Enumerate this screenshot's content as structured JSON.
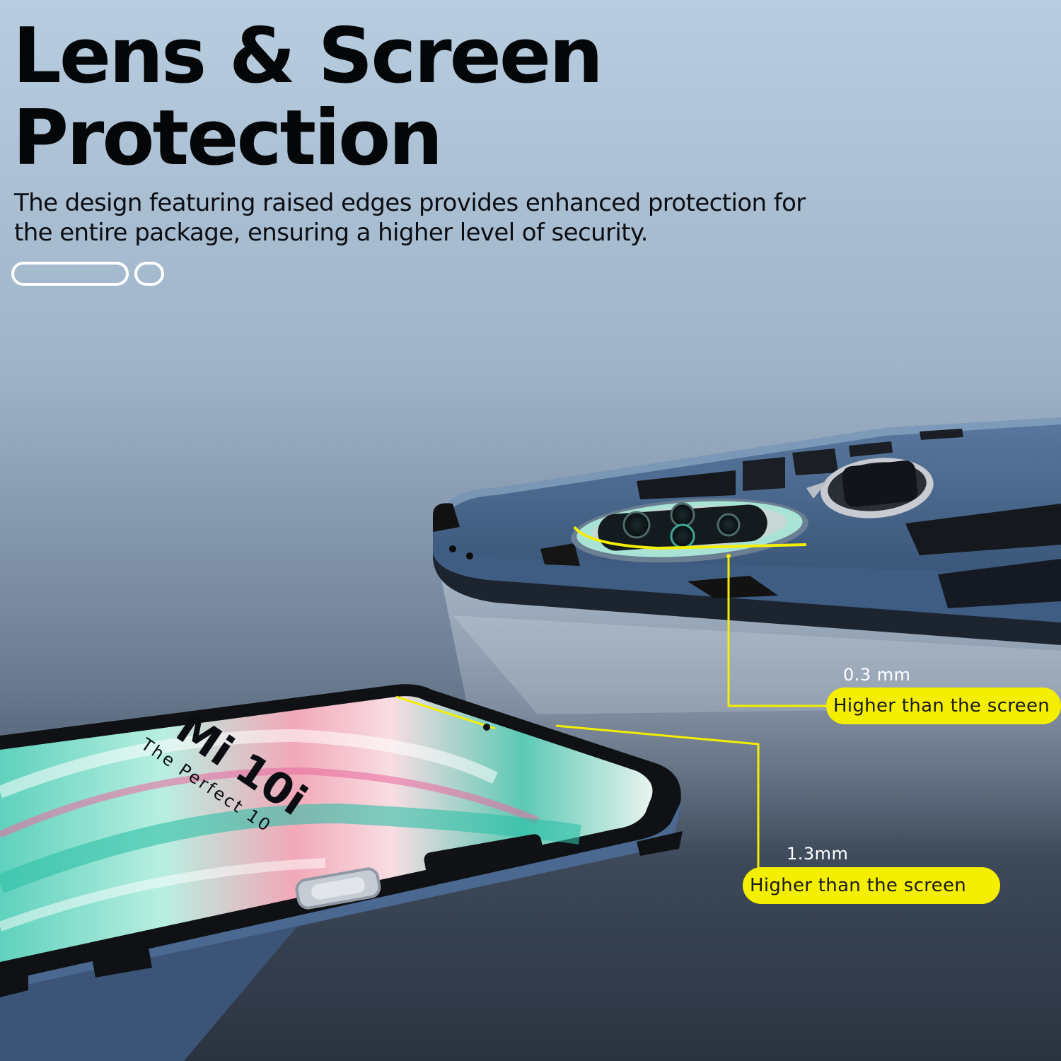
{
  "headline": {
    "line1": "Lens & Screen",
    "line2": "Protection"
  },
  "description": {
    "line1": "The design featuring raised edges provides enhanced protection for",
    "line2": "the entire package, ensuring a higher level of security."
  },
  "screen_text": {
    "model": "Mi 10i",
    "tagline": "The Perfect 10"
  },
  "callouts": [
    {
      "measure": "0.3 mm",
      "text": "Higher than the screen"
    },
    {
      "measure": "1.3mm",
      "text": "Higher than the screen"
    }
  ],
  "colors": {
    "accent_yellow": "#f4ee00",
    "case_blue": "#3e5b80",
    "headline": "#050608"
  }
}
